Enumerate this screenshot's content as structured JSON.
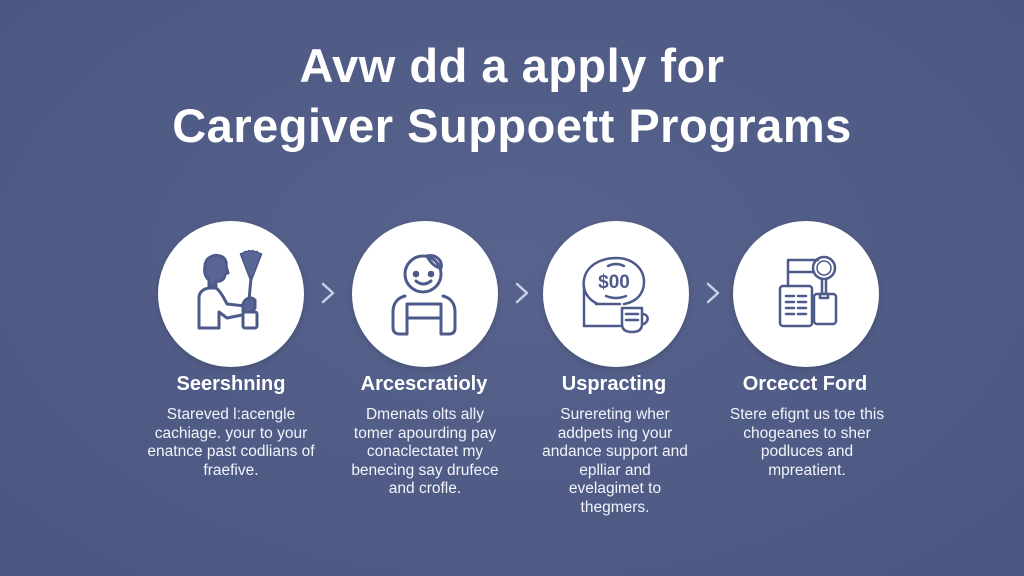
{
  "colors": {
    "background": "#4e5b87",
    "circle": "#ffffff",
    "icon_stroke": "#4d5a8a",
    "text": "#ffffff",
    "arrow": "#c9d0e6"
  },
  "header": {
    "title_line1": "Avw dd a apply for",
    "title_line2": "Caregiver Suppoett Programs"
  },
  "steps": [
    {
      "icon": "person-with-feather-duster-icon",
      "title": "Seershning",
      "description": "Stareved l:acengle cachiage. your to your enatnce past codlians of fraefive."
    },
    {
      "icon": "smiling-person-icon",
      "title": "Arcescratioly",
      "description": "Dmenats olts ally tomer apourding pay conaclectatet my benecing say drufece and crofle."
    },
    {
      "icon": "money-bubble-cup-icon",
      "icon_text": "$00",
      "title": "Uspracting",
      "description": "Surereting wher addpets ing your andance support and eplliar and evelagimet to thegmers."
    },
    {
      "icon": "documents-magnifier-icon",
      "title": "Orcecct Ford",
      "description": "Stere efignt us toe this chogeanes to sher podluces and mpreatient."
    }
  ],
  "arrows": [
    {
      "icon": "chevron-right-icon"
    },
    {
      "icon": "chevron-right-icon"
    },
    {
      "icon": "chevron-right-icon"
    }
  ]
}
